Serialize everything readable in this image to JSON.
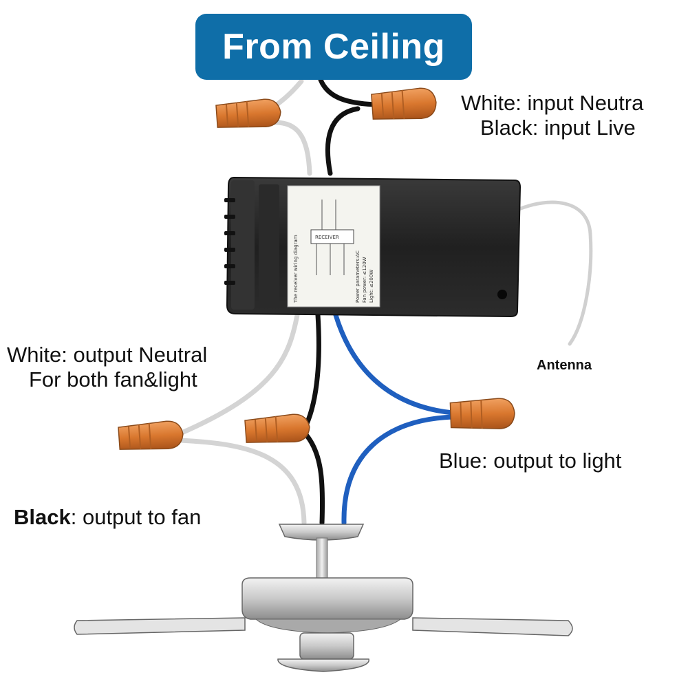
{
  "title": "From Ceiling",
  "labels": {
    "input_neutral": "White: input Neutra",
    "input_live": "Black: input Live",
    "output_neutral_1": "White: output Neutral",
    "output_neutral_2": "For both fan&light",
    "antenna": "Antenna",
    "blue_output": "Blue: output to light",
    "black_output_bold": "Black",
    "black_output_rest": ": output to fan"
  },
  "receiver_sticker": {
    "heading": "The receiver wiring diagram",
    "box_label": "RECEIVER",
    "specs": [
      "Power parameters:AC",
      "Fan power: ≤120W",
      "Light: ≤200W"
    ]
  },
  "colors": {
    "title_bg": "#0f6ea8",
    "wire_white": "#d4d4d4",
    "wire_black": "#111111",
    "wire_blue": "#1f5fbf",
    "connector": "#d9772e",
    "receiver_body": "#262626"
  }
}
